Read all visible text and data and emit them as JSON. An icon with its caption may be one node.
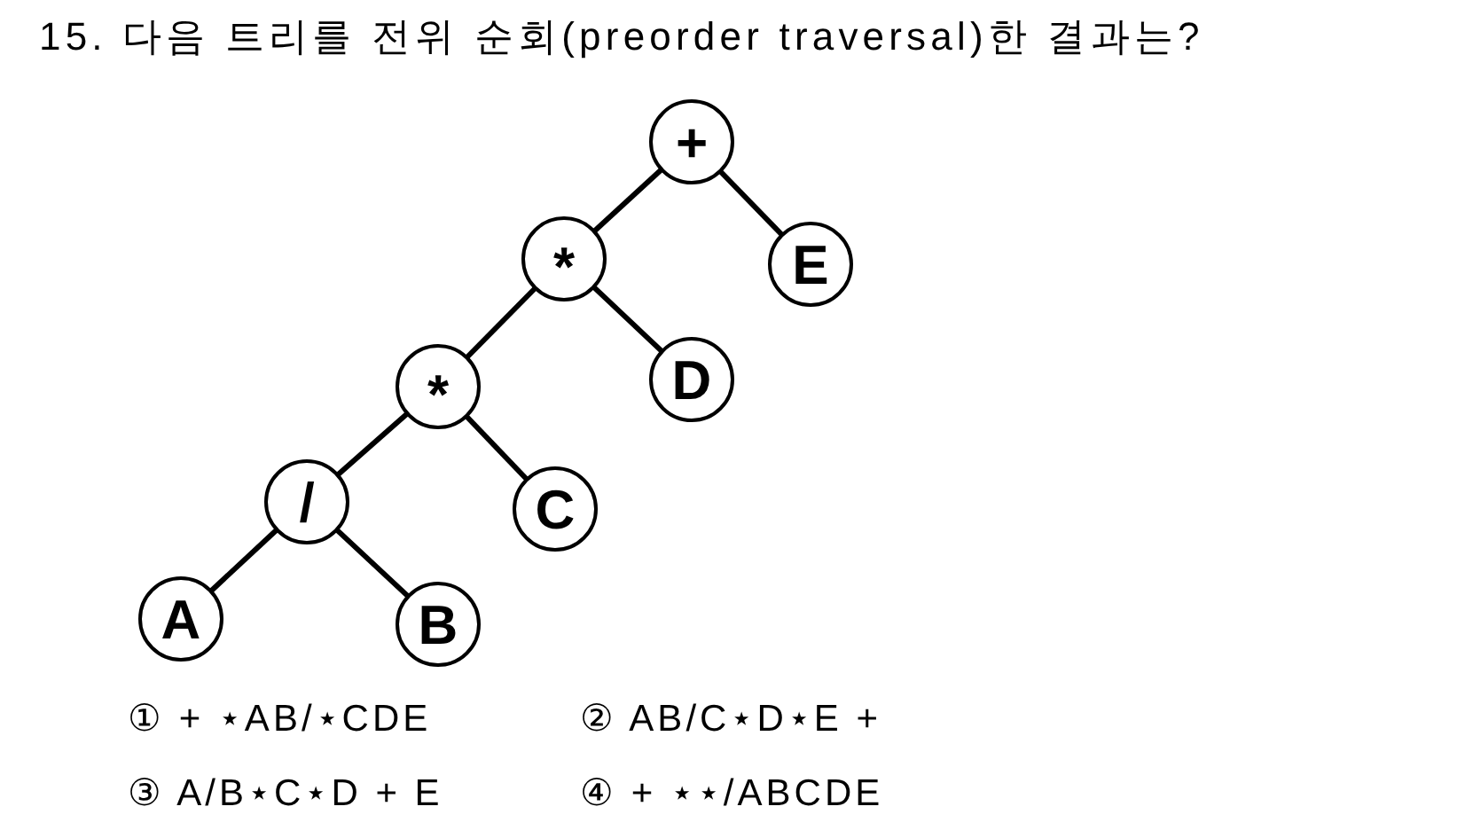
{
  "diagram": {
    "title": "15. 다음 트리를 전위 순회(preorder traversal)한 결과는?",
    "nodes": [
      {
        "text": [
          "+"
        ]
      },
      {
        "text": [
          "*"
        ]
      },
      {
        "text": [
          "E"
        ]
      },
      {
        "text": [
          "*"
        ]
      },
      {
        "text": [
          "D"
        ]
      },
      {
        "text": [
          "/"
        ]
      },
      {
        "text": [
          "C"
        ]
      },
      {
        "text": [
          "A"
        ]
      },
      {
        "text": [
          "B"
        ]
      }
    ],
    "edges": [
      {
        "from": 0,
        "to": 1,
        "arrow": "none"
      },
      {
        "from": 0,
        "to": 2,
        "arrow": "none"
      },
      {
        "from": 1,
        "to": 3,
        "arrow": "none"
      },
      {
        "from": 1,
        "to": 4,
        "arrow": "none"
      },
      {
        "from": 3,
        "to": 5,
        "arrow": "none"
      },
      {
        "from": 3,
        "to": 6,
        "arrow": "none"
      },
      {
        "from": 5,
        "to": 7,
        "arrow": "none"
      },
      {
        "from": 5,
        "to": 8,
        "arrow": "none"
      }
    ],
    "labels": [
      "① + ⋆AB/⋆CDE",
      "② AB/C⋆D⋆E +",
      "③ A/B⋆C⋆D + E",
      "④ + ⋆⋆/ABCDE"
    ]
  }
}
